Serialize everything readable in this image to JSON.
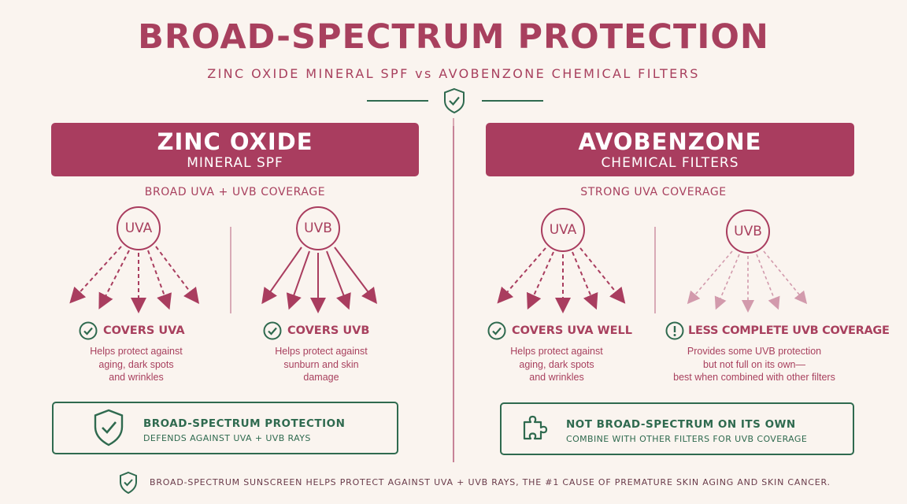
{
  "title": "BROAD-SPECTRUM PROTECTION",
  "subtitle": "ZINC OXIDE MINERAL SPF vs AVOBENZONE CHEMICAL FILTERS",
  "zinc": {
    "name": "ZINC OXIDE",
    "type": "MINERAL SPF",
    "coverage": "BROAD UVA + UVB COVERAGE",
    "uva": {
      "label": "UVA",
      "heading": "COVERS UVA",
      "desc": [
        "Helps protect against",
        "aging, dark spots",
        "and wrinkles"
      ]
    },
    "uvb": {
      "label": "UVB",
      "heading": "COVERS UVB",
      "desc": [
        "Helps protect against",
        "sunburn and skin",
        "damage"
      ]
    },
    "box": {
      "title": "BROAD-SPECTRUM PROTECTION",
      "sub": "DEFENDS AGAINST UVA + UVB RAYS"
    }
  },
  "avo": {
    "name": "AVOBENZONE",
    "type": "CHEMICAL FILTERS",
    "coverage": "STRONG UVA COVERAGE",
    "uva": {
      "label": "UVA",
      "heading": "COVERS UVA WELL",
      "desc": [
        "Helps protect against",
        "aging, dark spots",
        "and wrinkles"
      ]
    },
    "uvb": {
      "label": "UVB",
      "heading": "LESS COMPLETE UVB COVERAGE",
      "desc": [
        "Provides some UVB protection",
        "but not full on its own—",
        "best when combined with other filters"
      ]
    },
    "box": {
      "title": "NOT BROAD-SPECTRUM ON ITS OWN",
      "sub": "COMBINE WITH OTHER FILTERS FOR UVB COVERAGE"
    }
  },
  "footer": "BROAD-SPECTRUM SUNSCREEN HELPS PROTECT AGAINST UVA + UVB RAYS, THE #1 CAUSE OF PREMATURE SKIN AGING AND SKIN CANCER.",
  "colors": {
    "accent": "#a93d5f",
    "green": "#2f6a4f",
    "background": "#faf4ef"
  },
  "icons": [
    "shield-check-icon",
    "check-circle-icon",
    "warning-circle-icon",
    "puzzle-icon"
  ]
}
